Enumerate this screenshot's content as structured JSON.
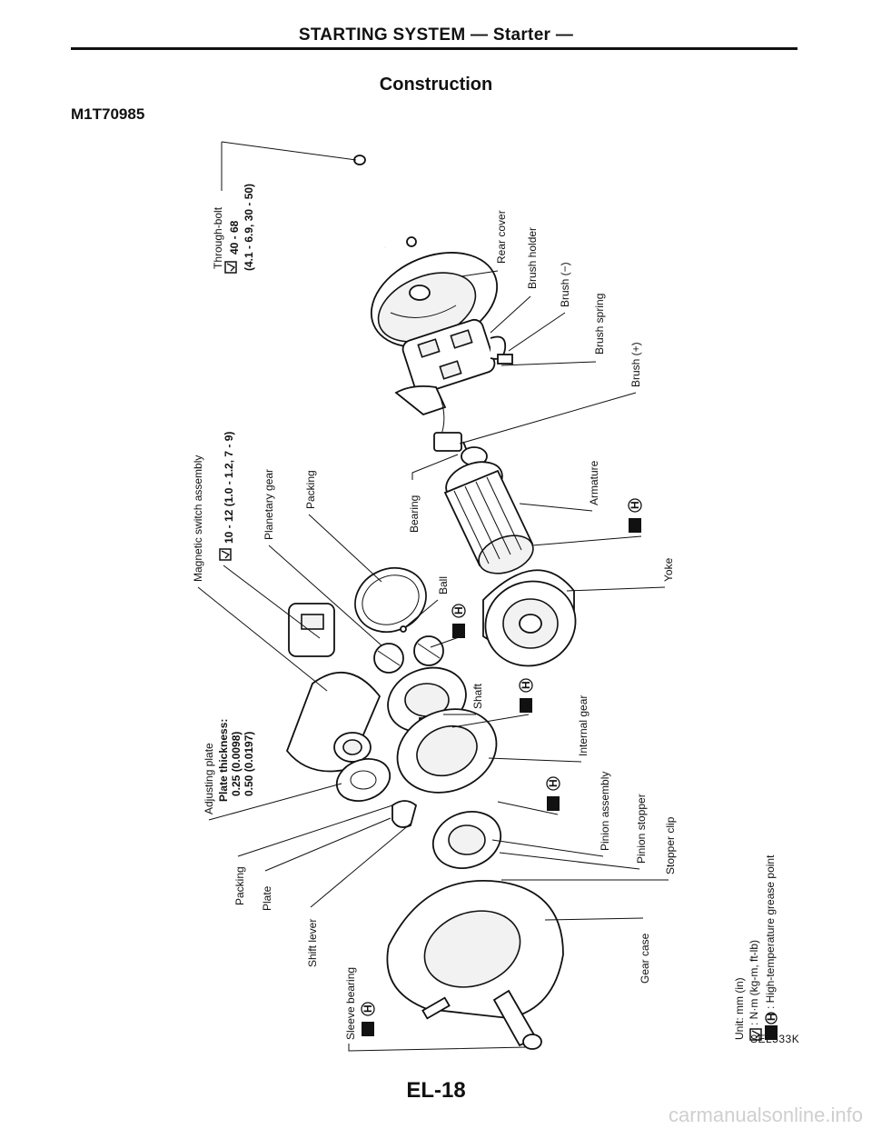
{
  "header": {
    "title": "STARTING SYSTEM — Starter —",
    "section": "Construction",
    "code": "M1T70985"
  },
  "labels": {
    "through_bolt": "Through-bolt",
    "through_bolt_torque_1": "40 - 68",
    "through_bolt_torque_2": "(4.1 - 6.9, 30 - 50)",
    "rear_cover": "Rear cover",
    "brush_holder": "Brush holder",
    "brush_neg": "Brush (−)",
    "brush_spring": "Brush spring",
    "brush_pos": "Brush (+)",
    "armature": "Armature",
    "yoke": "Yoke",
    "bearing": "Bearing",
    "packing_1": "Packing",
    "planetary_gear": "Planetary gear",
    "magnetic_switch": "Magnetic switch assembly",
    "magnetic_switch_torque": "10 - 12 (1.0 - 1.2, 7 - 9)",
    "ball": "Ball",
    "shaft": "Shaft",
    "internal_gear": "Internal gear",
    "adjusting_plate": "Adjusting plate",
    "plate_thickness": "Plate thickness:",
    "thickness_1": "0.25 (0.0098)",
    "thickness_2": "0.50 (0.0197)",
    "pinion_assembly": "Pinion assembly",
    "pinion_stopper": "Pinion stopper",
    "stopper_clip": "Stopper clip",
    "packing_2": "Packing",
    "plate": "Plate",
    "shift_lever": "Shift lever",
    "gear_case": "Gear case",
    "sleeve_bearing": "Sleeve bearing"
  },
  "legend": {
    "unit": "Unit:  mm (in)",
    "torque": ": N·m (kg-m, ft-lb)",
    "grease": ": High-temperature grease point"
  },
  "symbols": {
    "grease_letter": "H"
  },
  "footer": {
    "figure_code": "SEL533K",
    "page_number": "EL-18"
  },
  "watermark": "carmanualsonline.info"
}
